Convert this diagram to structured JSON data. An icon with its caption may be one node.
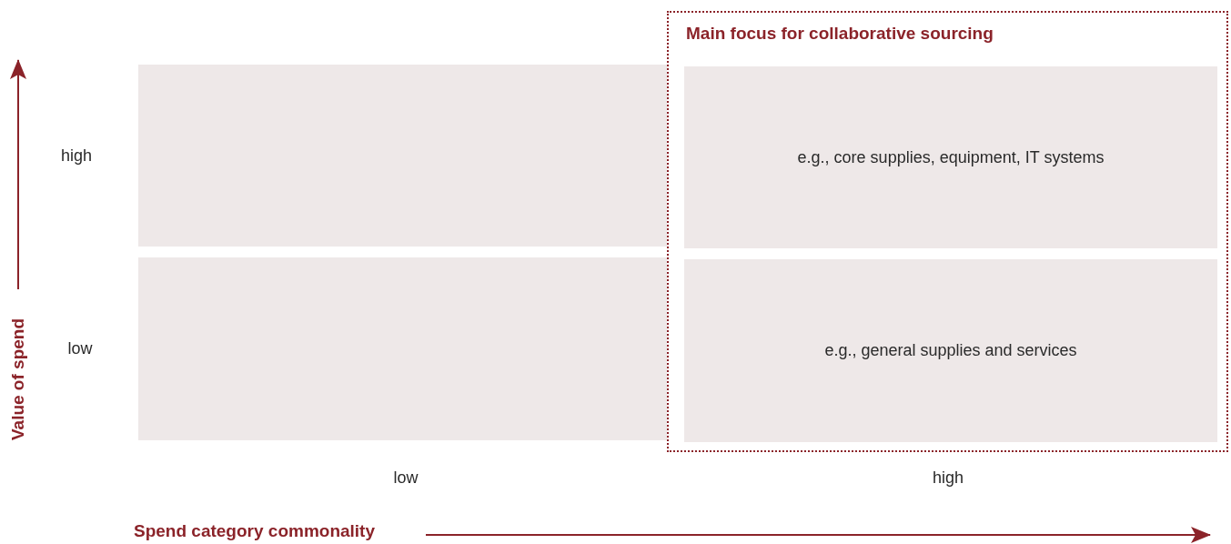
{
  "diagram": {
    "nodes": [
      {
        "text": [
          "Main focus for collaborative sourcing"
        ]
      },
      {
        "text": [],
        "shape": "box"
      },
      {
        "text": [
          "e.g., core supplies, equipment, IT systems"
        ],
        "in": 0
      },
      {
        "text": [],
        "shape": "box"
      },
      {
        "text": [
          "e.g., general supplies and services"
        ],
        "in": 0
      }
    ],
    "labels": [
      "high",
      "low",
      "Value of spend",
      "low",
      "high",
      "Spend category commonality"
    ]
  }
}
